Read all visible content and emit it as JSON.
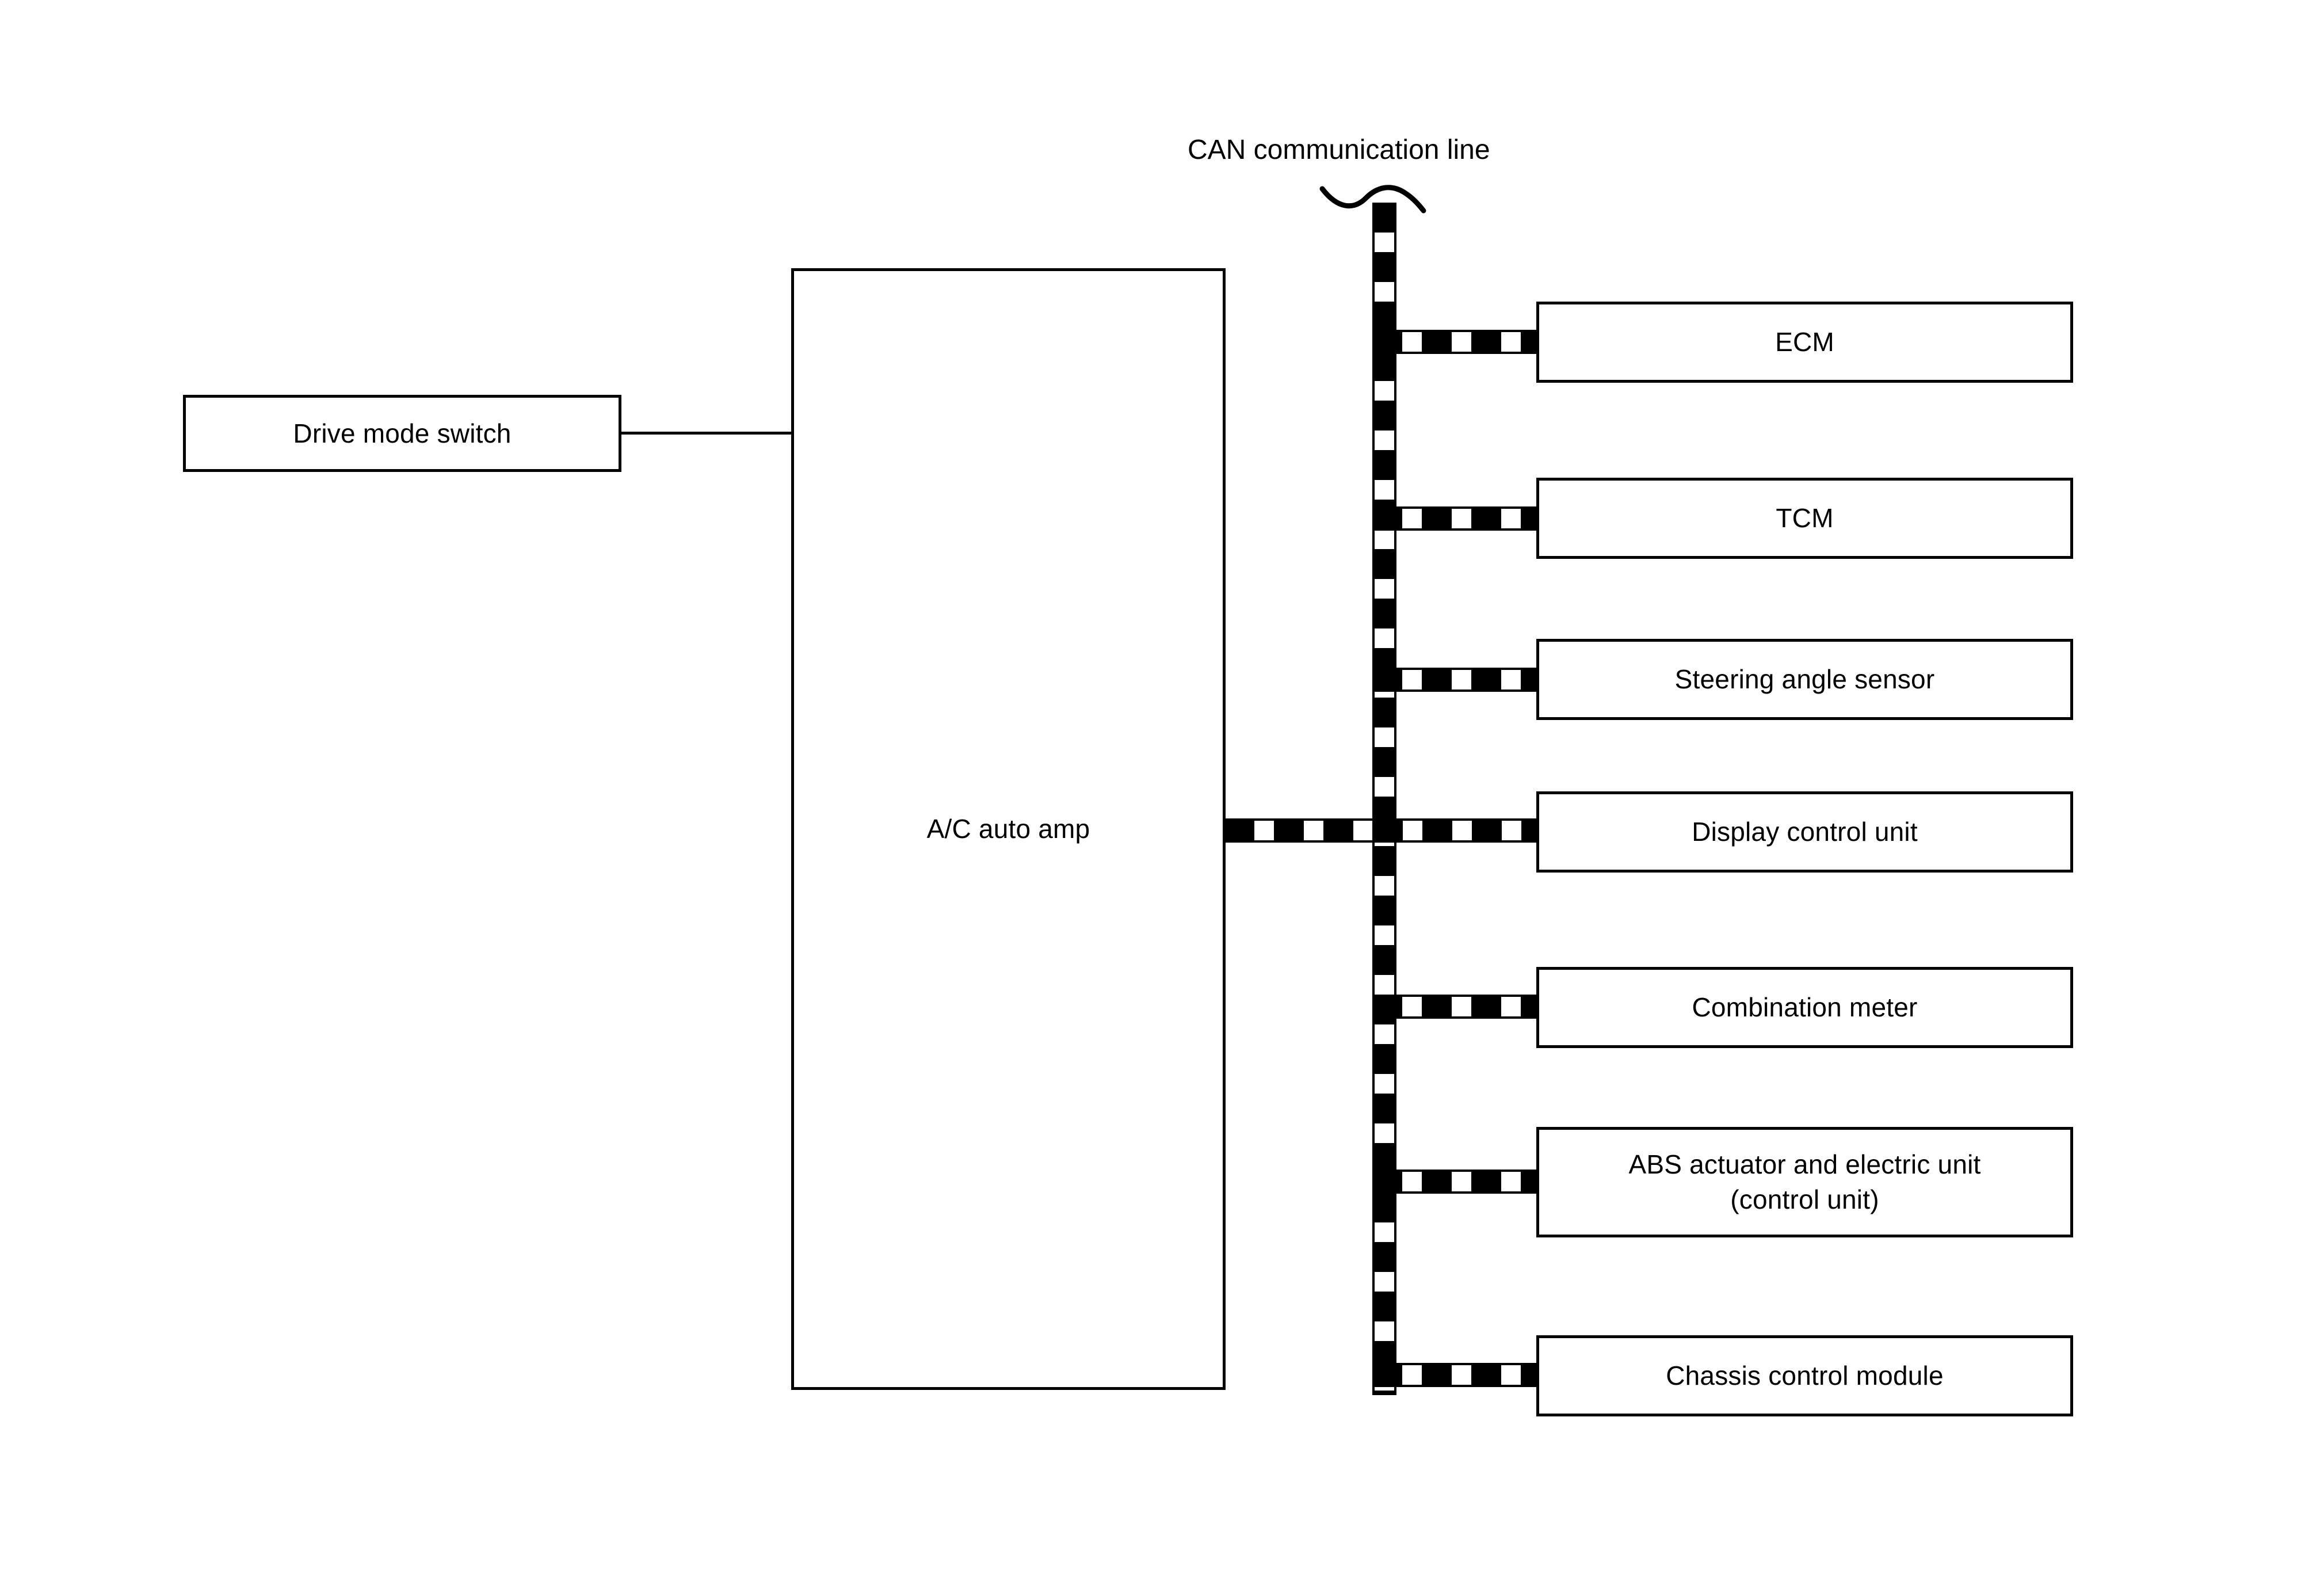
{
  "diagram": {
    "title_caption": "CAN communication line",
    "colors": {
      "line": "#000000",
      "background": "#ffffff",
      "text": "#000000"
    },
    "source_node": {
      "label": "Drive mode switch"
    },
    "hub_node": {
      "label": "A/C auto amp"
    },
    "bus": {
      "name": "CAN communication line",
      "style": "dashed"
    },
    "can_nodes": [
      {
        "label": "ECM"
      },
      {
        "label": "TCM"
      },
      {
        "label": "Steering angle sensor"
      },
      {
        "label": "Display control unit"
      },
      {
        "label": "Combination meter"
      },
      {
        "label": "ABS actuator and electric unit\n(control unit)"
      },
      {
        "label": "Chassis control module"
      }
    ]
  }
}
